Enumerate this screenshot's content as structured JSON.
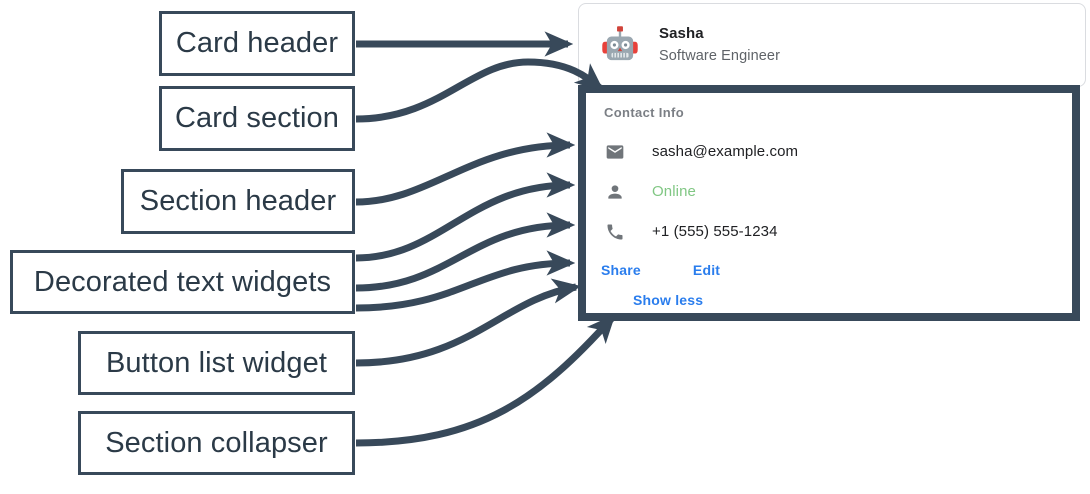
{
  "annotations": [
    {
      "id": "anno-card-header",
      "label": "Card header"
    },
    {
      "id": "anno-card-section",
      "label": "Card section"
    },
    {
      "id": "anno-section-header",
      "label": "Section header"
    },
    {
      "id": "anno-decorated",
      "label": "Decorated text widgets"
    },
    {
      "id": "anno-button-list",
      "label": "Button list widget"
    },
    {
      "id": "anno-collapser",
      "label": "Section collapser"
    }
  ],
  "card": {
    "header": {
      "avatar_icon": "robot-icon",
      "avatar_glyph": "🤖",
      "title": "Sasha",
      "subtitle": "Software Engineer"
    },
    "section": {
      "header": "Contact Info",
      "rows": [
        {
          "icon": "email-icon",
          "text": "sasha@example.com",
          "color": "#202124"
        },
        {
          "icon": "person-icon",
          "text": "Online",
          "color": "#81c784"
        },
        {
          "icon": "phone-icon",
          "text": "+1 (555) 555-1234",
          "color": "#202124"
        }
      ],
      "buttons": [
        {
          "label": "Share"
        },
        {
          "label": "Edit"
        }
      ],
      "collapser": {
        "label": "Show less"
      }
    }
  },
  "colors": {
    "annotation_stroke": "#38495a",
    "annotation_text": "#2b3a47",
    "card_border": "#dadce0",
    "section_border": "#38495a",
    "link_blue": "#2a7ded",
    "status_green": "#81c784",
    "muted_text": "#5f6368",
    "section_header_text": "#7b7f85",
    "icon_grey": "#70757a",
    "body_text": "#202124",
    "page_background": "#ffffff"
  }
}
